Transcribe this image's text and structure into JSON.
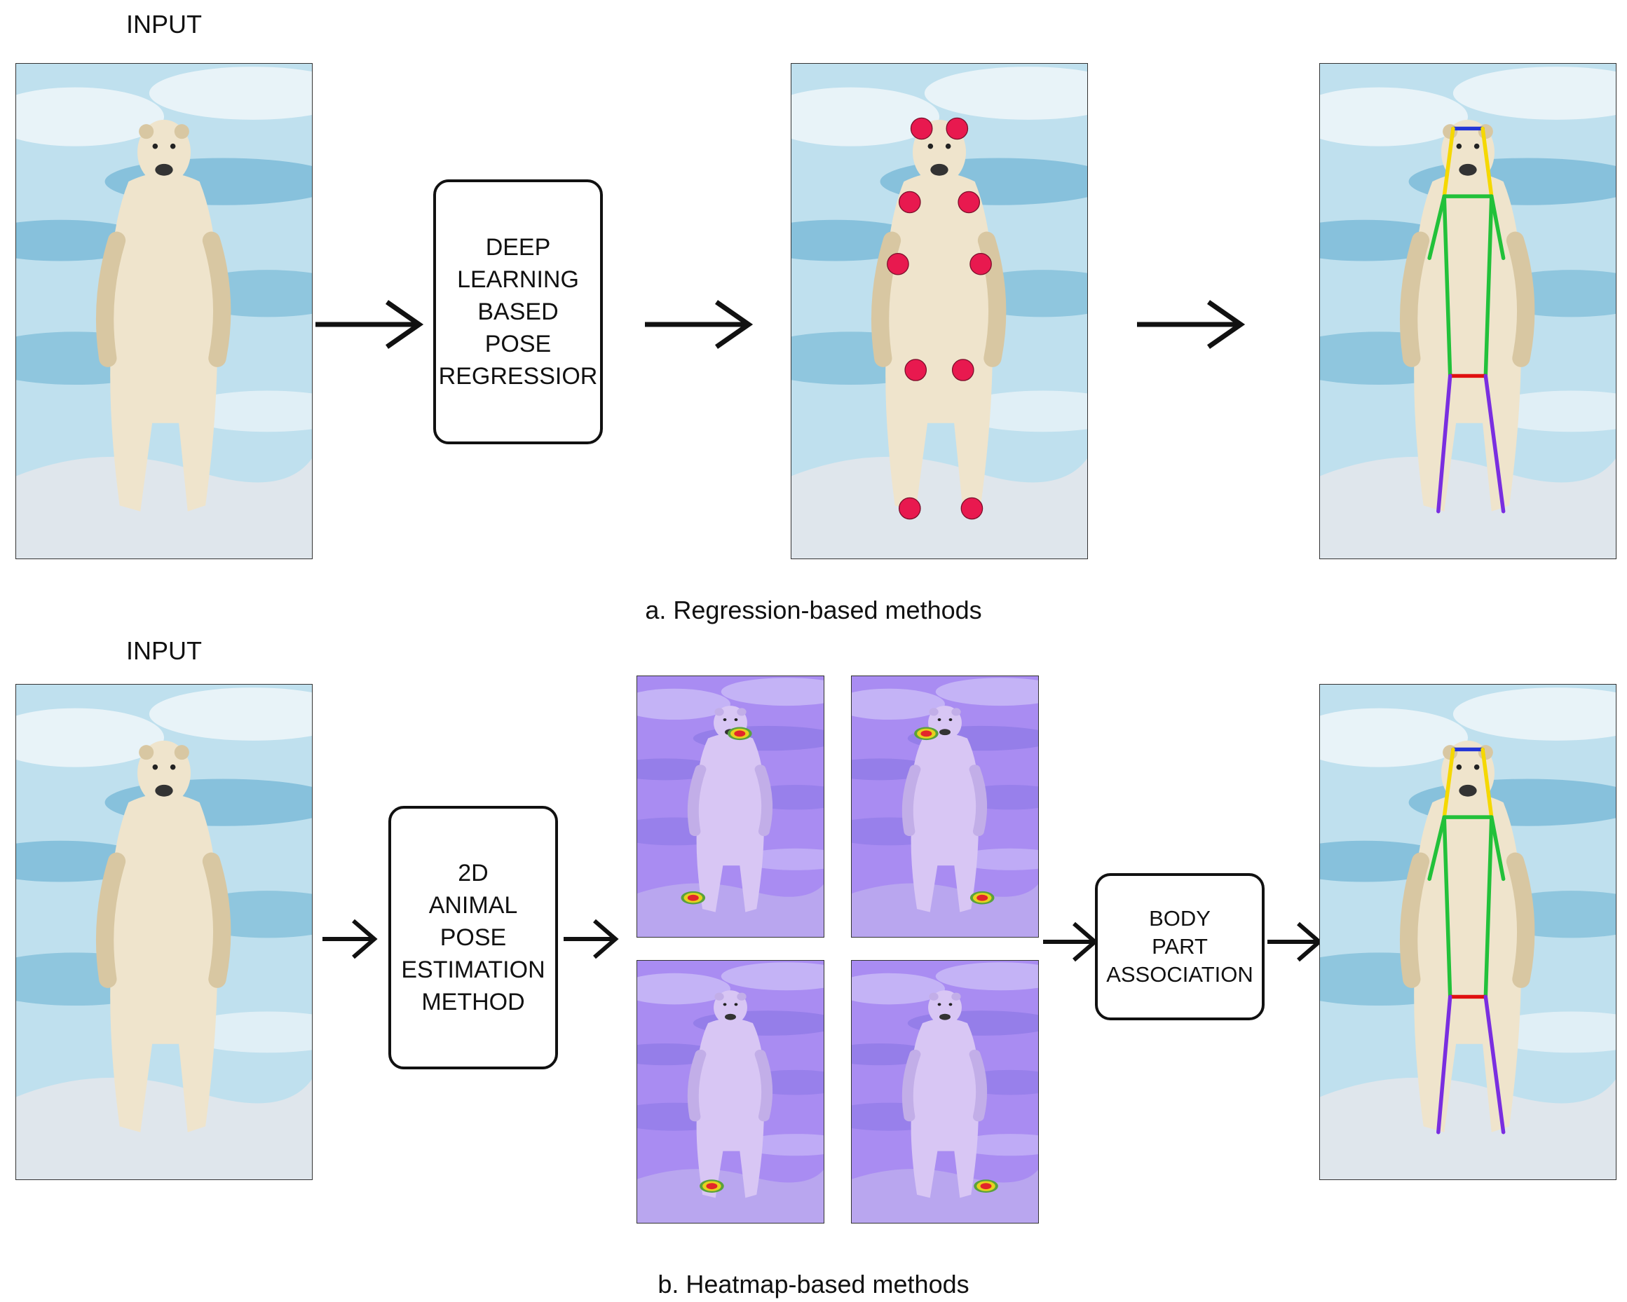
{
  "section_a": {
    "input_label": "INPUT",
    "model_box": "DEEP\nLEARNING\nBASED\nPOSE\nREGRESSIOR",
    "caption": "a. Regression-based methods"
  },
  "section_b": {
    "input_label": "INPUT",
    "model_box": "2D\nANIMAL\nPOSE\nESTIMATION\nMETHOD",
    "association_box": "BODY\nPART\nASSOCIATION",
    "caption": "b. Heatmap-based methods"
  },
  "colors": {
    "keypoint": "#e8194f",
    "heatmap_tint": "#9b7bf0",
    "limb_head": "#2436d6",
    "limb_neck": "#f5d800",
    "limb_torso": "#22c13a",
    "limb_hip": "#e01010",
    "limb_leg": "#7a2ee0"
  }
}
